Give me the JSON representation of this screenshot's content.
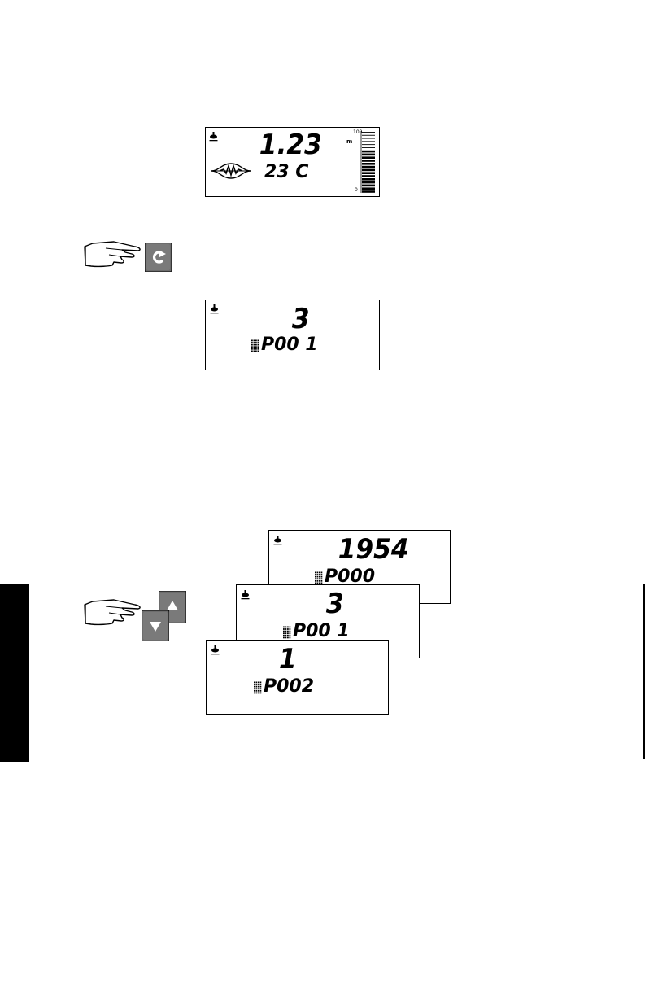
{
  "display_main": {
    "level_value": "1.23",
    "level_unit": "m",
    "temperature": "23 C",
    "bar_scale_top": "100",
    "bar_scale_bottom": "0",
    "bar_fill_fraction": 0.7
  },
  "key_mode": {
    "icon": "rotate-arrow-icon"
  },
  "display_p001": {
    "value": "3",
    "parameter": "P00 1"
  },
  "key_updown": {
    "up_icon": "arrow-up-icon",
    "down_icon": "arrow-down-icon"
  },
  "stack": [
    {
      "value": "1954",
      "parameter": "P000"
    },
    {
      "value": "3",
      "parameter": "P00 1"
    },
    {
      "value": "1",
      "parameter": "P002"
    }
  ]
}
